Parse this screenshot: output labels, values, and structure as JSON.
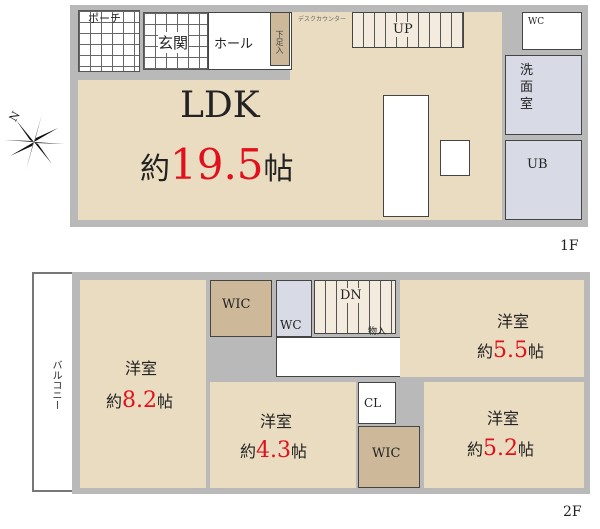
{
  "floor1": {
    "label": "1F",
    "rooms": {
      "porch": "ポーチ",
      "entrance": "玄関",
      "hall": "ホール",
      "shoe_storage": "下足入",
      "counter": "デスクカウンター",
      "stairs_up": "UP",
      "wc": "WC",
      "washroom": "洗面室",
      "bath": "UB",
      "ldk_name": "LDK",
      "ldk_prefix": "約",
      "ldk_size": "19.5",
      "ldk_unit": "帖"
    }
  },
  "floor2": {
    "label": "2F",
    "balcony": "バルコニー",
    "rooms": {
      "wic1": "WIC",
      "wc": "WC",
      "stairs_down": "DN",
      "storage": "物入",
      "closet": "CL",
      "wic2": "WIC",
      "western_name": "洋室",
      "prefix": "約",
      "unit": "帖",
      "room_a_size": "8.2",
      "room_b_size": "4.3",
      "room_c_size": "5.5",
      "room_d_size": "5.2"
    }
  },
  "compass": {
    "north": "N"
  },
  "colors": {
    "floor": "#eadcc0",
    "wall": "#b9b9b9",
    "accent": "#e0101c"
  }
}
